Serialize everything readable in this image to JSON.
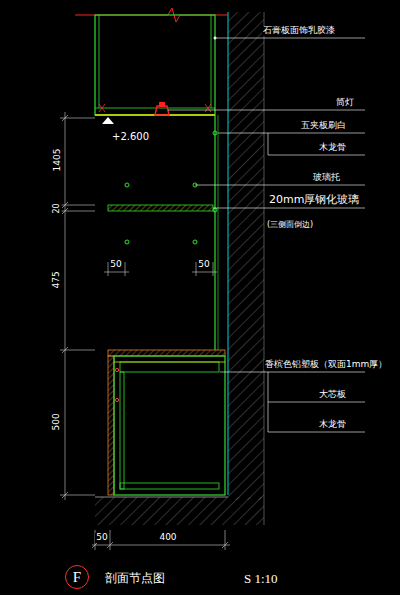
{
  "diagram": {
    "title": "剖面节点图",
    "caption": "S 1:10",
    "nodes": [
      {
        "text": [
          "F"
        ]
      }
    ],
    "labels": [
      "石膏板面饰乳胶漆",
      "筒灯",
      "+2.600",
      "五夹板刷白",
      "木龙骨",
      "玻璃托",
      "20mm厚钢化玻璃",
      "(三侧面倒边)",
      "香槟色铝塑板（双面1mm厚）",
      "大芯板",
      "木龙骨",
      "1405",
      "20",
      "475",
      "500",
      "50",
      "50",
      "50",
      "400"
    ]
  }
}
